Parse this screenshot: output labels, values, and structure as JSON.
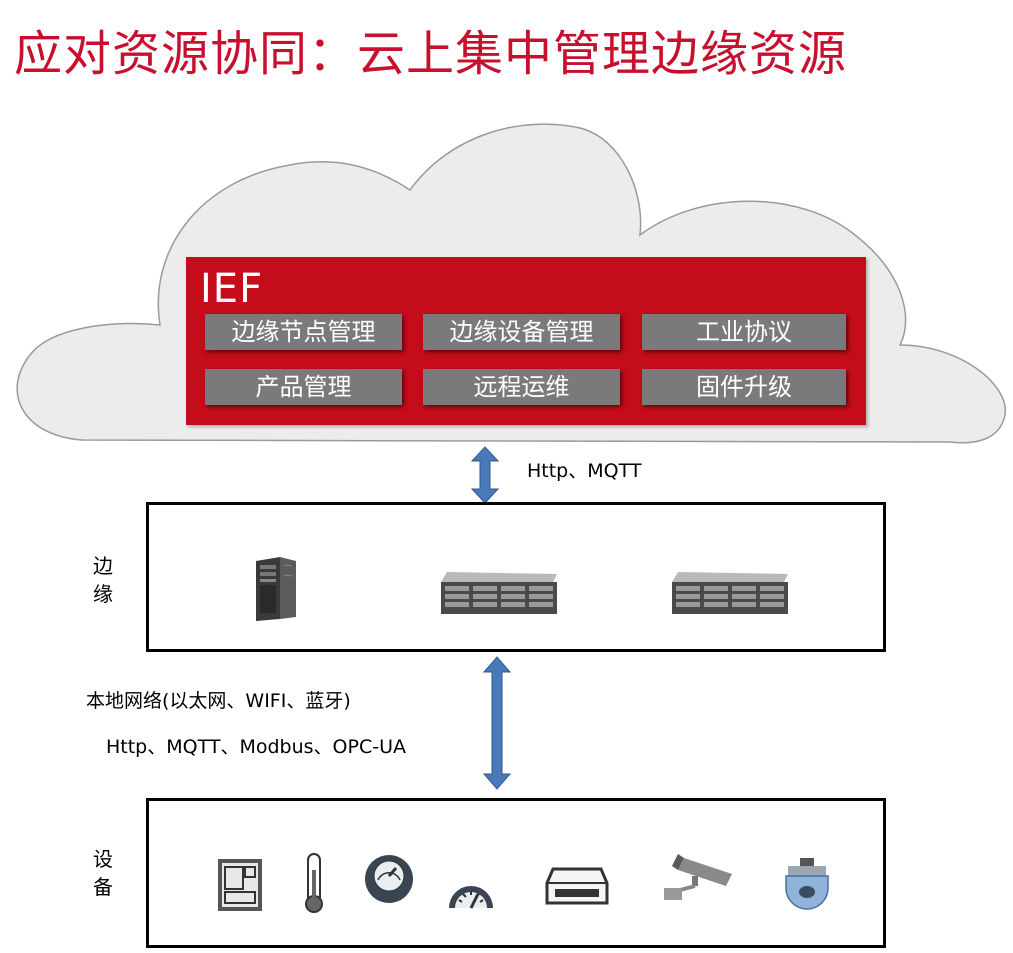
{
  "title": "应对资源协同：云上集中管理边缘资源",
  "cloud": {
    "platform_label": "IEF",
    "modules": [
      "边缘节点管理",
      "边缘设备管理",
      "工业协议",
      "产品管理",
      "远程运维",
      "固件升级"
    ]
  },
  "cloud_edge_link": {
    "protocols": "Http、MQTT"
  },
  "edge_layer": {
    "label_chars": [
      "边",
      "缘"
    ],
    "devices": [
      "tower-server-icon",
      "rack-server-icon",
      "rack-server-icon"
    ]
  },
  "edge_device_link": {
    "network": "本地网络(以太网、WIFI、蓝牙)",
    "protocols": "Http、MQTT、Modbus、OPC-UA"
  },
  "device_layer": {
    "label_chars": [
      "设",
      "备"
    ],
    "devices": [
      "thermostat-icon",
      "thermometer-icon",
      "dial-gauge-icon",
      "pressure-gauge-icon",
      "gateway-box-icon",
      "security-camera-icon",
      "dome-camera-icon"
    ]
  },
  "colors": {
    "title": "#c8102e",
    "ief_panel": "#c50c1a",
    "module": "#7a7a7a",
    "cloud": "#ececec",
    "arrow": "#4a79b8"
  }
}
